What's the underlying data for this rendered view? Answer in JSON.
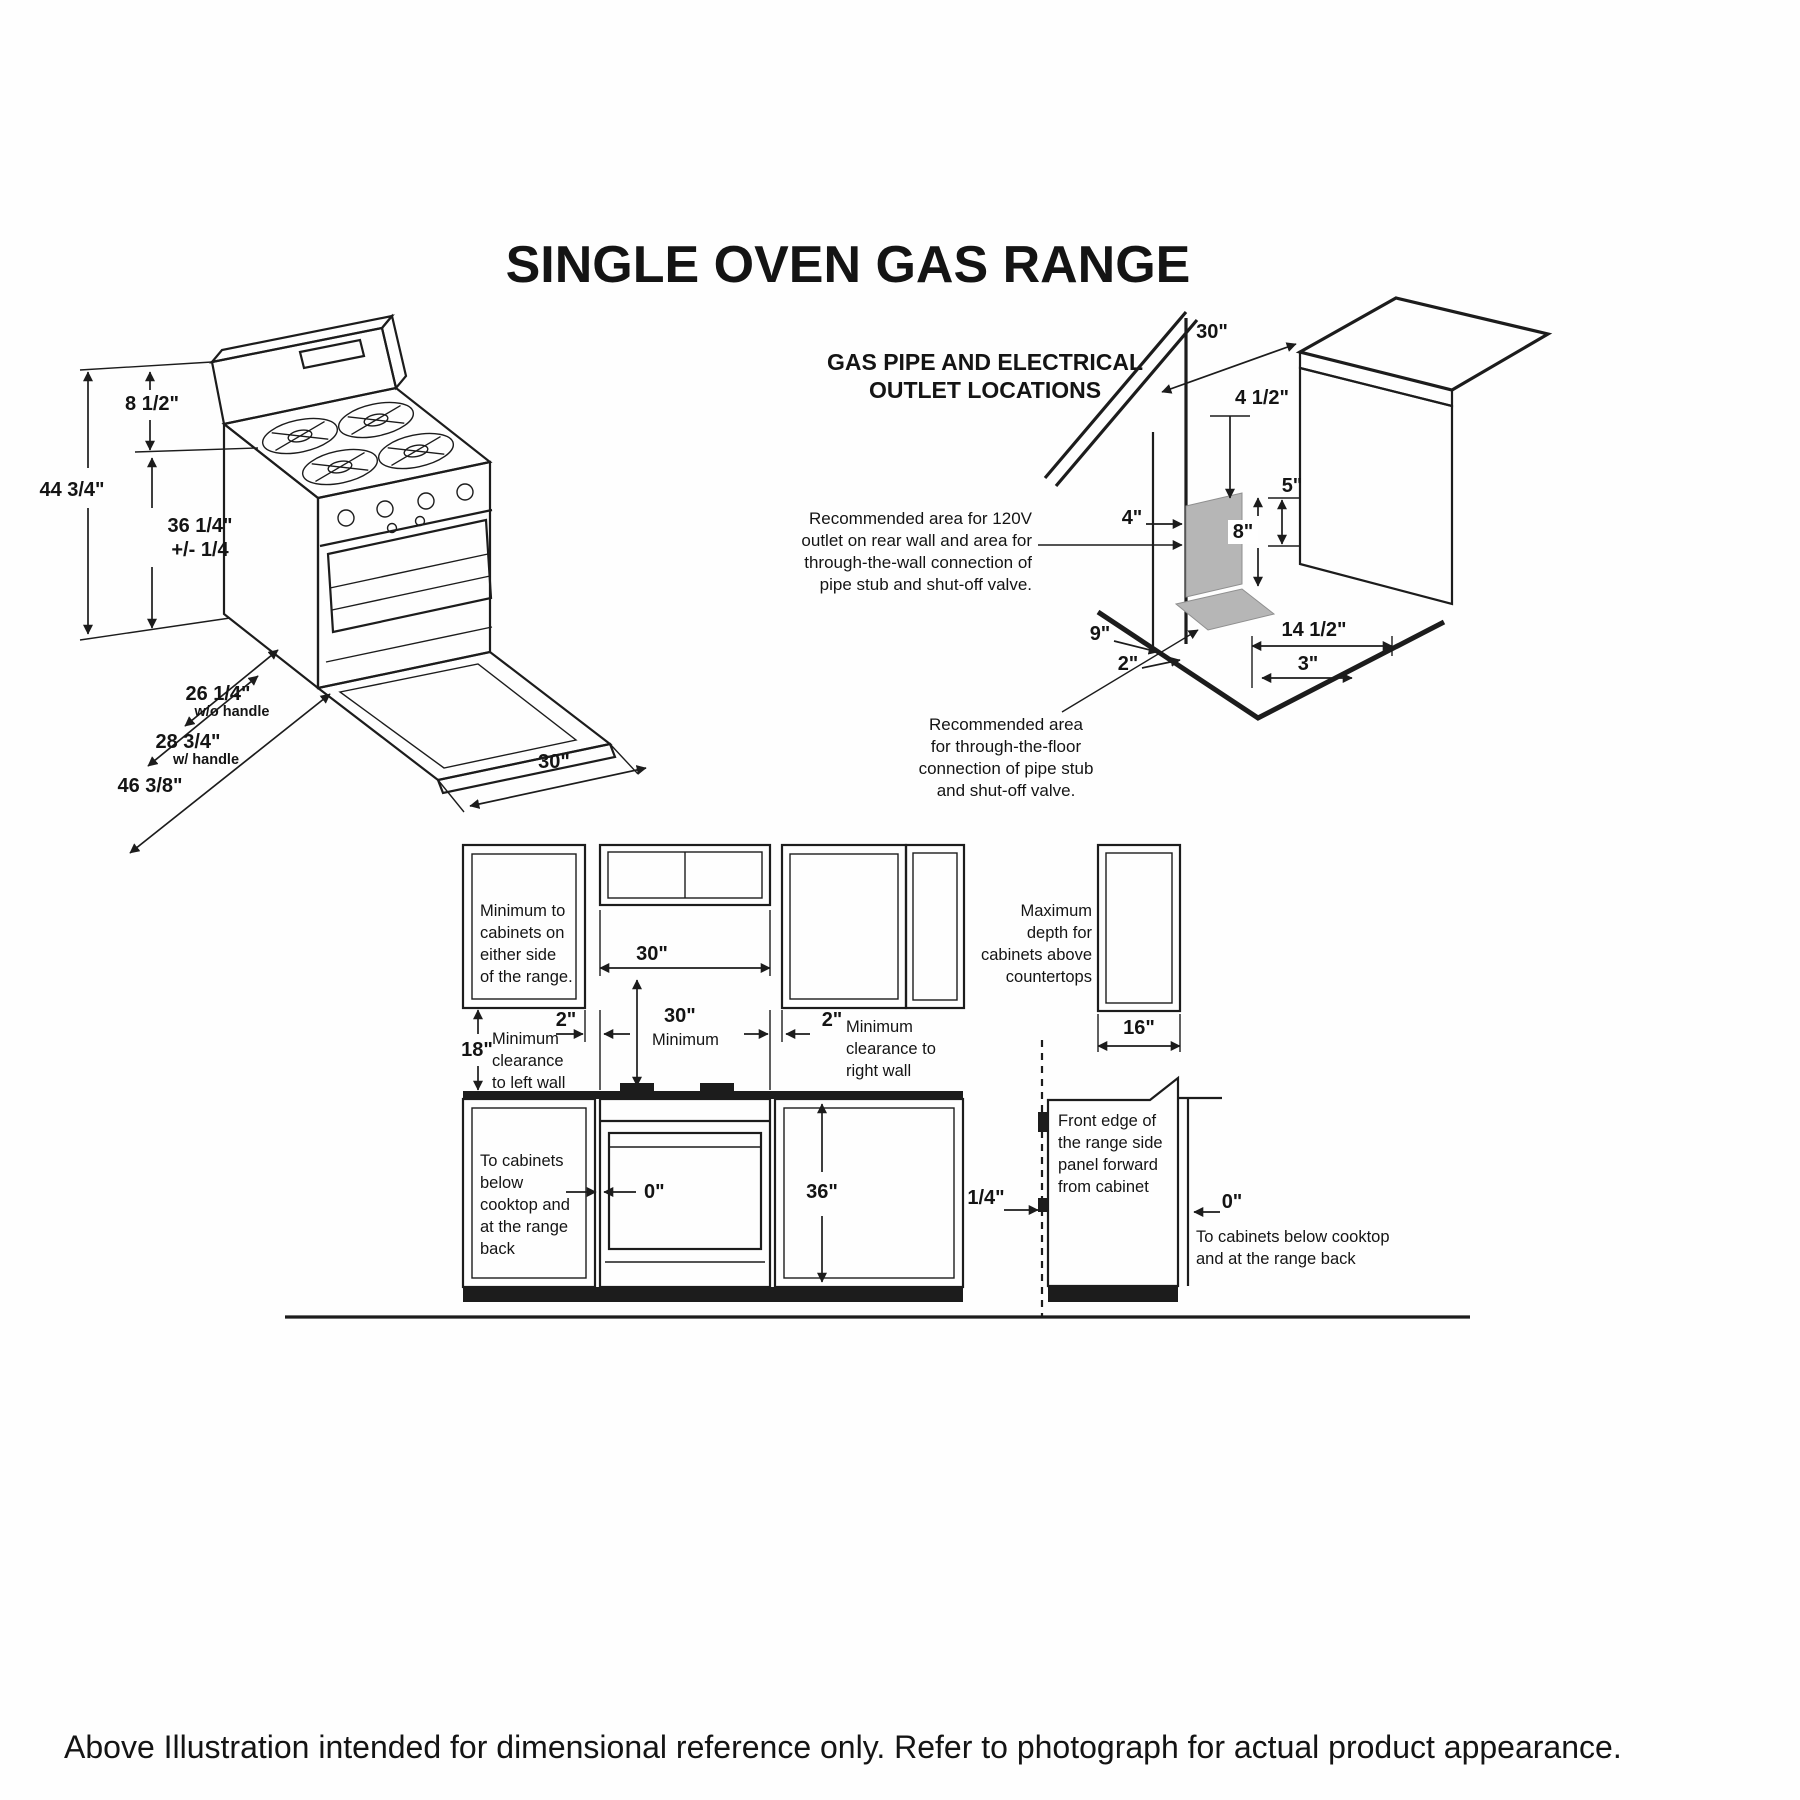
{
  "title": "SINGLE OVEN GAS RANGE",
  "footer": "Above Illustration intended for dimensional reference only. Refer to photograph for actual product appearance.",
  "iso": {
    "backsplash_height": "8 1/2\"",
    "overall_height": "44 3/4\"",
    "cooktop_height": "36 1/4\"",
    "cooktop_height_tolerance": "+/- 1/4",
    "depth_wo_handle": "26 1/4\"",
    "depth_wo_handle_note": "w/o handle",
    "depth_w_handle": "28 3/4\"",
    "depth_w_handle_note": "w/ handle",
    "overall_depth": "46 3/8\"",
    "width": "30\""
  },
  "gas": {
    "heading_line1": "GAS PIPE AND ELECTRICAL",
    "heading_line2": "OUTLET LOCATIONS",
    "wall_note": [
      "Recommended area for 120V",
      "outlet on rear wall and area for",
      "through-the-wall connection of",
      "pipe stub and shut-off valve."
    ],
    "floor_note": [
      "Recommended area",
      "for through-the-floor",
      "connection of pipe stub",
      "and shut-off valve."
    ],
    "dim_width": "30\"",
    "dim_4_5": "4 1/2\"",
    "dim_5": "5\"",
    "dim_4": "4\"",
    "dim_8": "8\"",
    "dim_9": "9\"",
    "dim_2": "2\"",
    "dim_14_5": "14 1/2\"",
    "dim_3": "3\""
  },
  "elev": {
    "min_side_note": [
      "Minimum to",
      "cabinets on",
      "either side",
      "of the range."
    ],
    "dim_30_top": "30\"",
    "dim_30_min": "30\"",
    "dim_30_min_label": "Minimum",
    "dim_2_left": "2\"",
    "dim_2_right": "2\"",
    "dim_18": "18\"",
    "left_wall_note": [
      "Minimum",
      "clearance",
      "to left wall"
    ],
    "right_wall_note": [
      "Minimum",
      "clearance to",
      "right wall"
    ],
    "below_note": [
      "To cabinets",
      "below",
      "cooktop and",
      "at the range",
      "back"
    ],
    "dim_0_left": "0\"",
    "dim_36": "36\"",
    "max_depth_note": [
      "Maximum",
      "depth for",
      "cabinets above",
      "countertops"
    ],
    "dim_16": "16\"",
    "front_edge_note": [
      "Front edge of",
      "the range side",
      "panel forward",
      "from cabinet"
    ],
    "dim_quarter": "1/4\"",
    "dim_0_right": "0\"",
    "below_note_right": [
      "To cabinets below cooktop",
      "and at the range back"
    ]
  }
}
